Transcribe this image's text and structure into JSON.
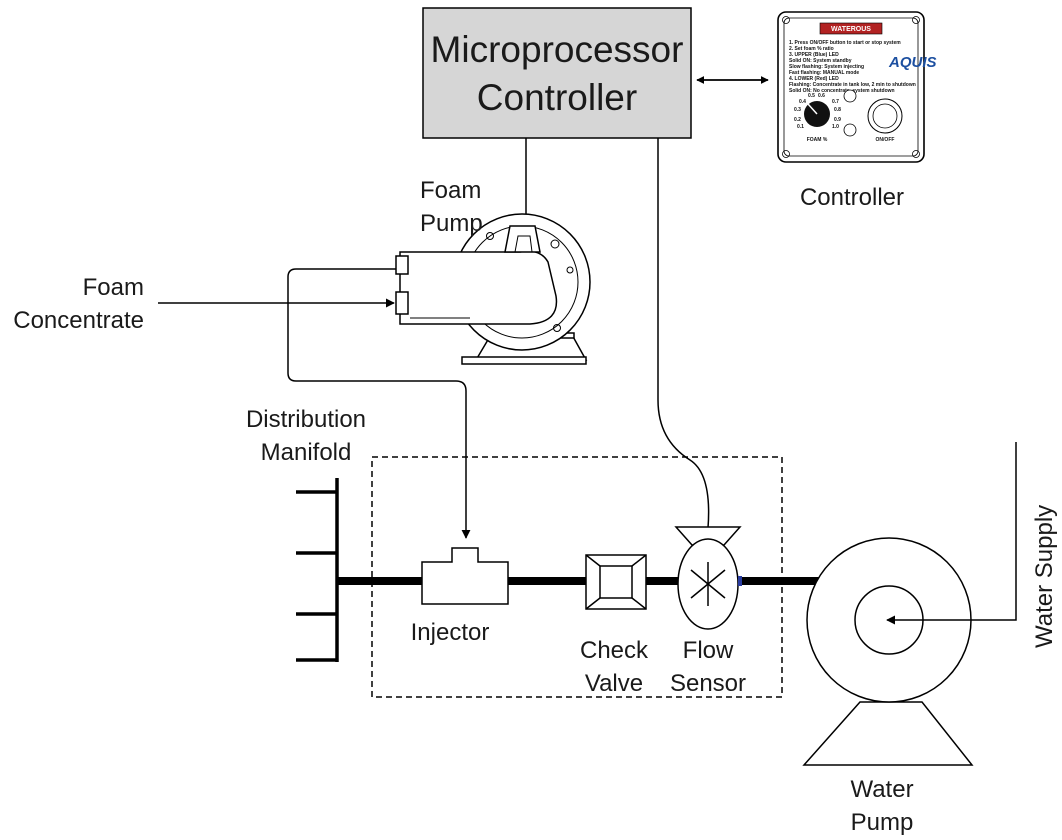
{
  "controller_box": {
    "line1": "Microprocessor",
    "line2": "Controller"
  },
  "controller_panel": {
    "label": "Controller",
    "brand_tag": "WATEROUS",
    "brand_logo": "AQUIS",
    "instructions": [
      "1. Press ON/OFF button to start or stop system",
      "2. Set foam % ratio",
      "3. UPPER (Blue) LED",
      "   Solid ON: System standby",
      "   Slow flashing: System injecting",
      "   Fast flashing: MANUAL mode",
      "4. LOWER (Red) LED",
      "   Flashing: Concentrate in tank low, 2 min to shutdown",
      "   Solid ON: No concentrate, system shutdown"
    ],
    "dial_scale": [
      "0.1",
      "0.2",
      "0.3",
      "0.4",
      "0.5",
      "0.6",
      "0.7",
      "0.8",
      "0.9",
      "1.0"
    ],
    "dial_label": "FOAM %",
    "button_label": "ON/OFF"
  },
  "labels": {
    "foam_pump": [
      "Foam",
      "Pump"
    ],
    "foam_concentrate": [
      "Foam",
      "Concentrate"
    ],
    "distribution_manifold": [
      "Distribution",
      "Manifold"
    ],
    "injector": "Injector",
    "check_valve": [
      "Check",
      "Valve"
    ],
    "flow_sensor": [
      "Flow",
      "Sensor"
    ],
    "water_pump": [
      "Water",
      "Pump"
    ],
    "water_supply": "Water Supply"
  },
  "colors": {
    "controller_fill": "#d6d6d6",
    "line": "#000000",
    "panel_logo": "#1c4fa0",
    "panel_tag": "#b22222"
  }
}
